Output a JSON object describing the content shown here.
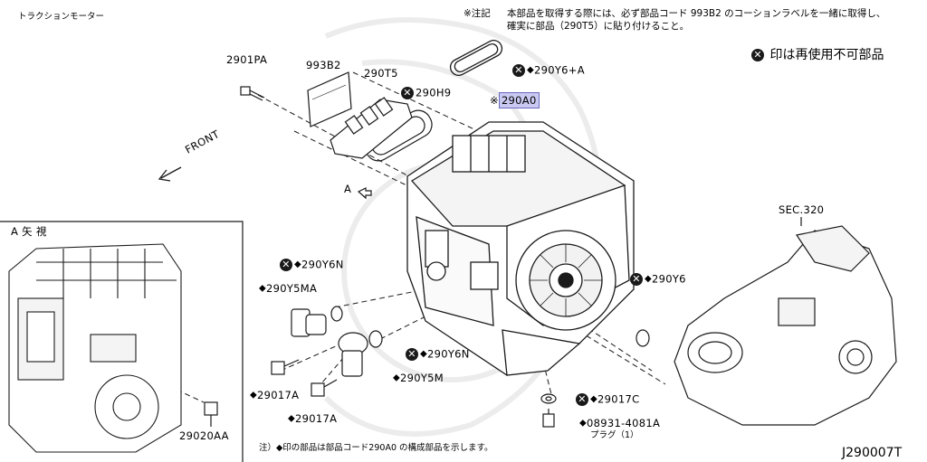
{
  "header": {
    "title": "トラクションモーター",
    "notice_mark": "※注記",
    "notice_line1": "本部品を取得する際には、必ず部品コード 993B2 のコーションラベルを一緒に取得し、",
    "notice_line2": "確実に部品（290T5）に貼り付けること。",
    "legend_text": "印は再使用不可部品"
  },
  "labels": {
    "p2901PA": "2901PA",
    "p993B2": "993B2",
    "p290T5": "290T5",
    "p290H9": "290H9",
    "p290Y6A": "290Y6+A",
    "p290A0": "290A0",
    "p290A0_mark": "※",
    "front": "FRONT",
    "a_arrow": "A",
    "sec320": "SEC.320",
    "p290Y6N_top": "290Y6N",
    "p290Y5MA": "290Y5MA",
    "p290Y6": "290Y6",
    "p290Y6N_mid": "290Y6N",
    "p290Y5M": "290Y5M",
    "p29017A_1": "29017A",
    "p29017A_2": "29017A",
    "p29017C": "29017C",
    "p08931": "08931-4081A",
    "plug": "プラグ（1）",
    "p29020AA": "29020AA"
  },
  "view_box": {
    "title": "A 矢 視"
  },
  "footer": {
    "note": "注）◆印の部品は部品コード290A0 の構成部品を示します。",
    "code": "J290007T"
  },
  "symbols": {
    "x_mark": "✕",
    "diamond": "◆"
  },
  "colors": {
    "highlight": "#c9c9f2",
    "line": "#1a1a1a",
    "watermark": "#ececec"
  }
}
